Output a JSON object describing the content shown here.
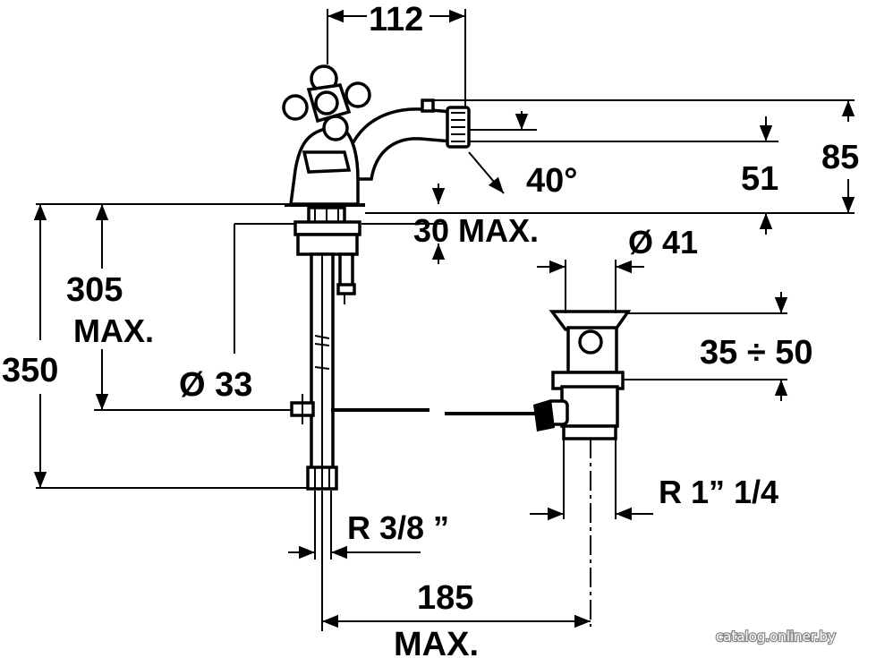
{
  "dimensions": {
    "d112": "112",
    "d85": "85",
    "d51": "51",
    "angle": "40°",
    "d30max": "30 MAX.",
    "dia41": "Ø 41",
    "d305": "305",
    "d305max": "MAX.",
    "d350": "350",
    "dia33": "Ø 33",
    "d35_50": "35 ÷ 50",
    "r114": "R 1” 1/4",
    "r38": "R 3/8 ”",
    "d185": "185",
    "d185max": "MAX."
  },
  "watermark": "catalog.onliner.by",
  "colors": {
    "ink": "#000000",
    "paper": "#ffffff"
  }
}
